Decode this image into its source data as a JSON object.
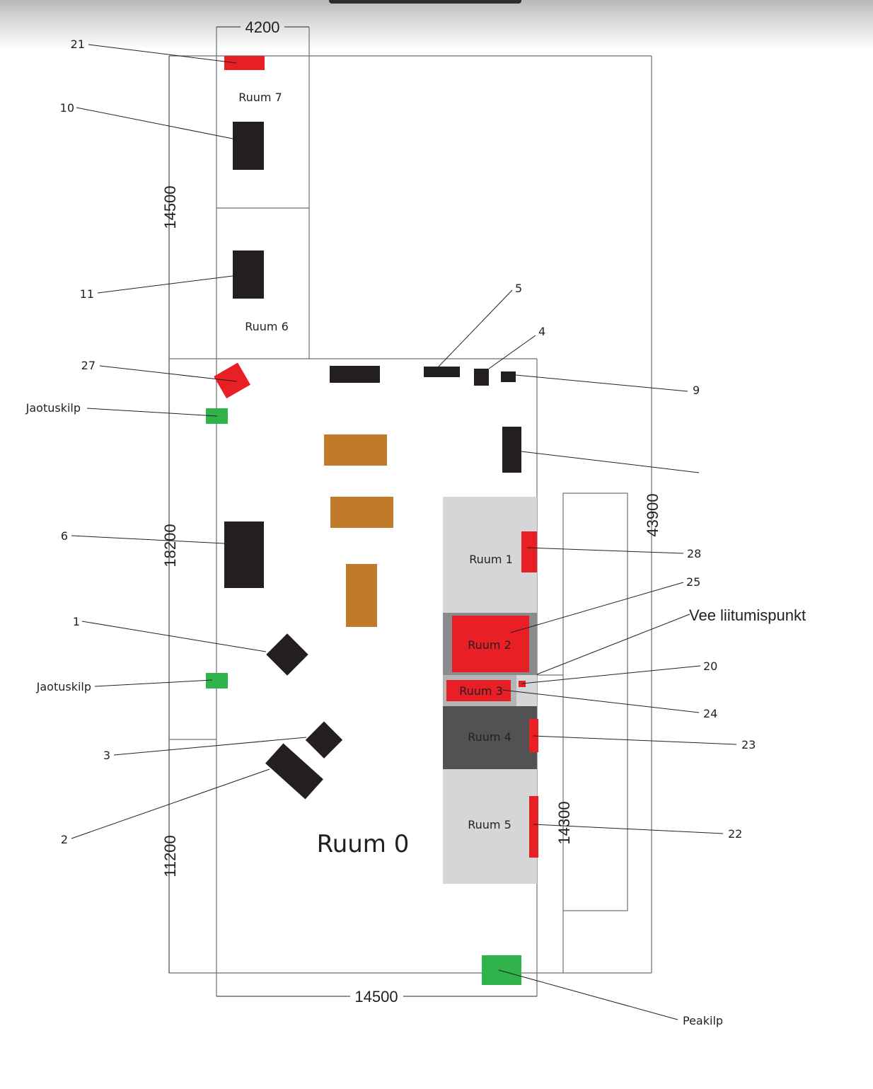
{
  "diagram": {
    "type": "floor-plan",
    "colors": {
      "equipment": "#231f20",
      "fire_red": "#e81f25",
      "panel_green": "#2fb34a",
      "table_orange": "#bf7b2a",
      "room_light": "#d5d6d8",
      "room_mid": "#8a8b8d",
      "room_dark": "#525254",
      "room3_bg": "#b3b4b6"
    },
    "dimensions": {
      "top_width": "4200",
      "left_upper": "14500",
      "left_middle": "18200",
      "left_lower": "11200",
      "right_total": "43900",
      "right_inner": "14300",
      "bottom_width": "14500"
    },
    "rooms": {
      "r0": "Ruum 0",
      "r1": "Ruum 1",
      "r2": "Ruum 2",
      "r3": "Ruum 3",
      "r4": "Ruum 4",
      "r5": "Ruum 5",
      "r6": "Ruum 6",
      "r7": "Ruum 7"
    },
    "callouts": {
      "c21": "21",
      "c10": "10",
      "c11": "11",
      "c5": "5",
      "c4": "4",
      "c9": "9",
      "c27": "27",
      "jaotuskilp_top": "Jaotuskilp",
      "c6": "6",
      "c1": "1",
      "jaotuskilp_bottom": "Jaotuskilp",
      "c3": "3",
      "c2": "2",
      "c28": "28",
      "c25": "25",
      "vee": "Vee liitumispunkt",
      "c20": "20",
      "c24": "24",
      "c23": "23",
      "c22": "22",
      "peakilp": "Peakilp"
    }
  }
}
